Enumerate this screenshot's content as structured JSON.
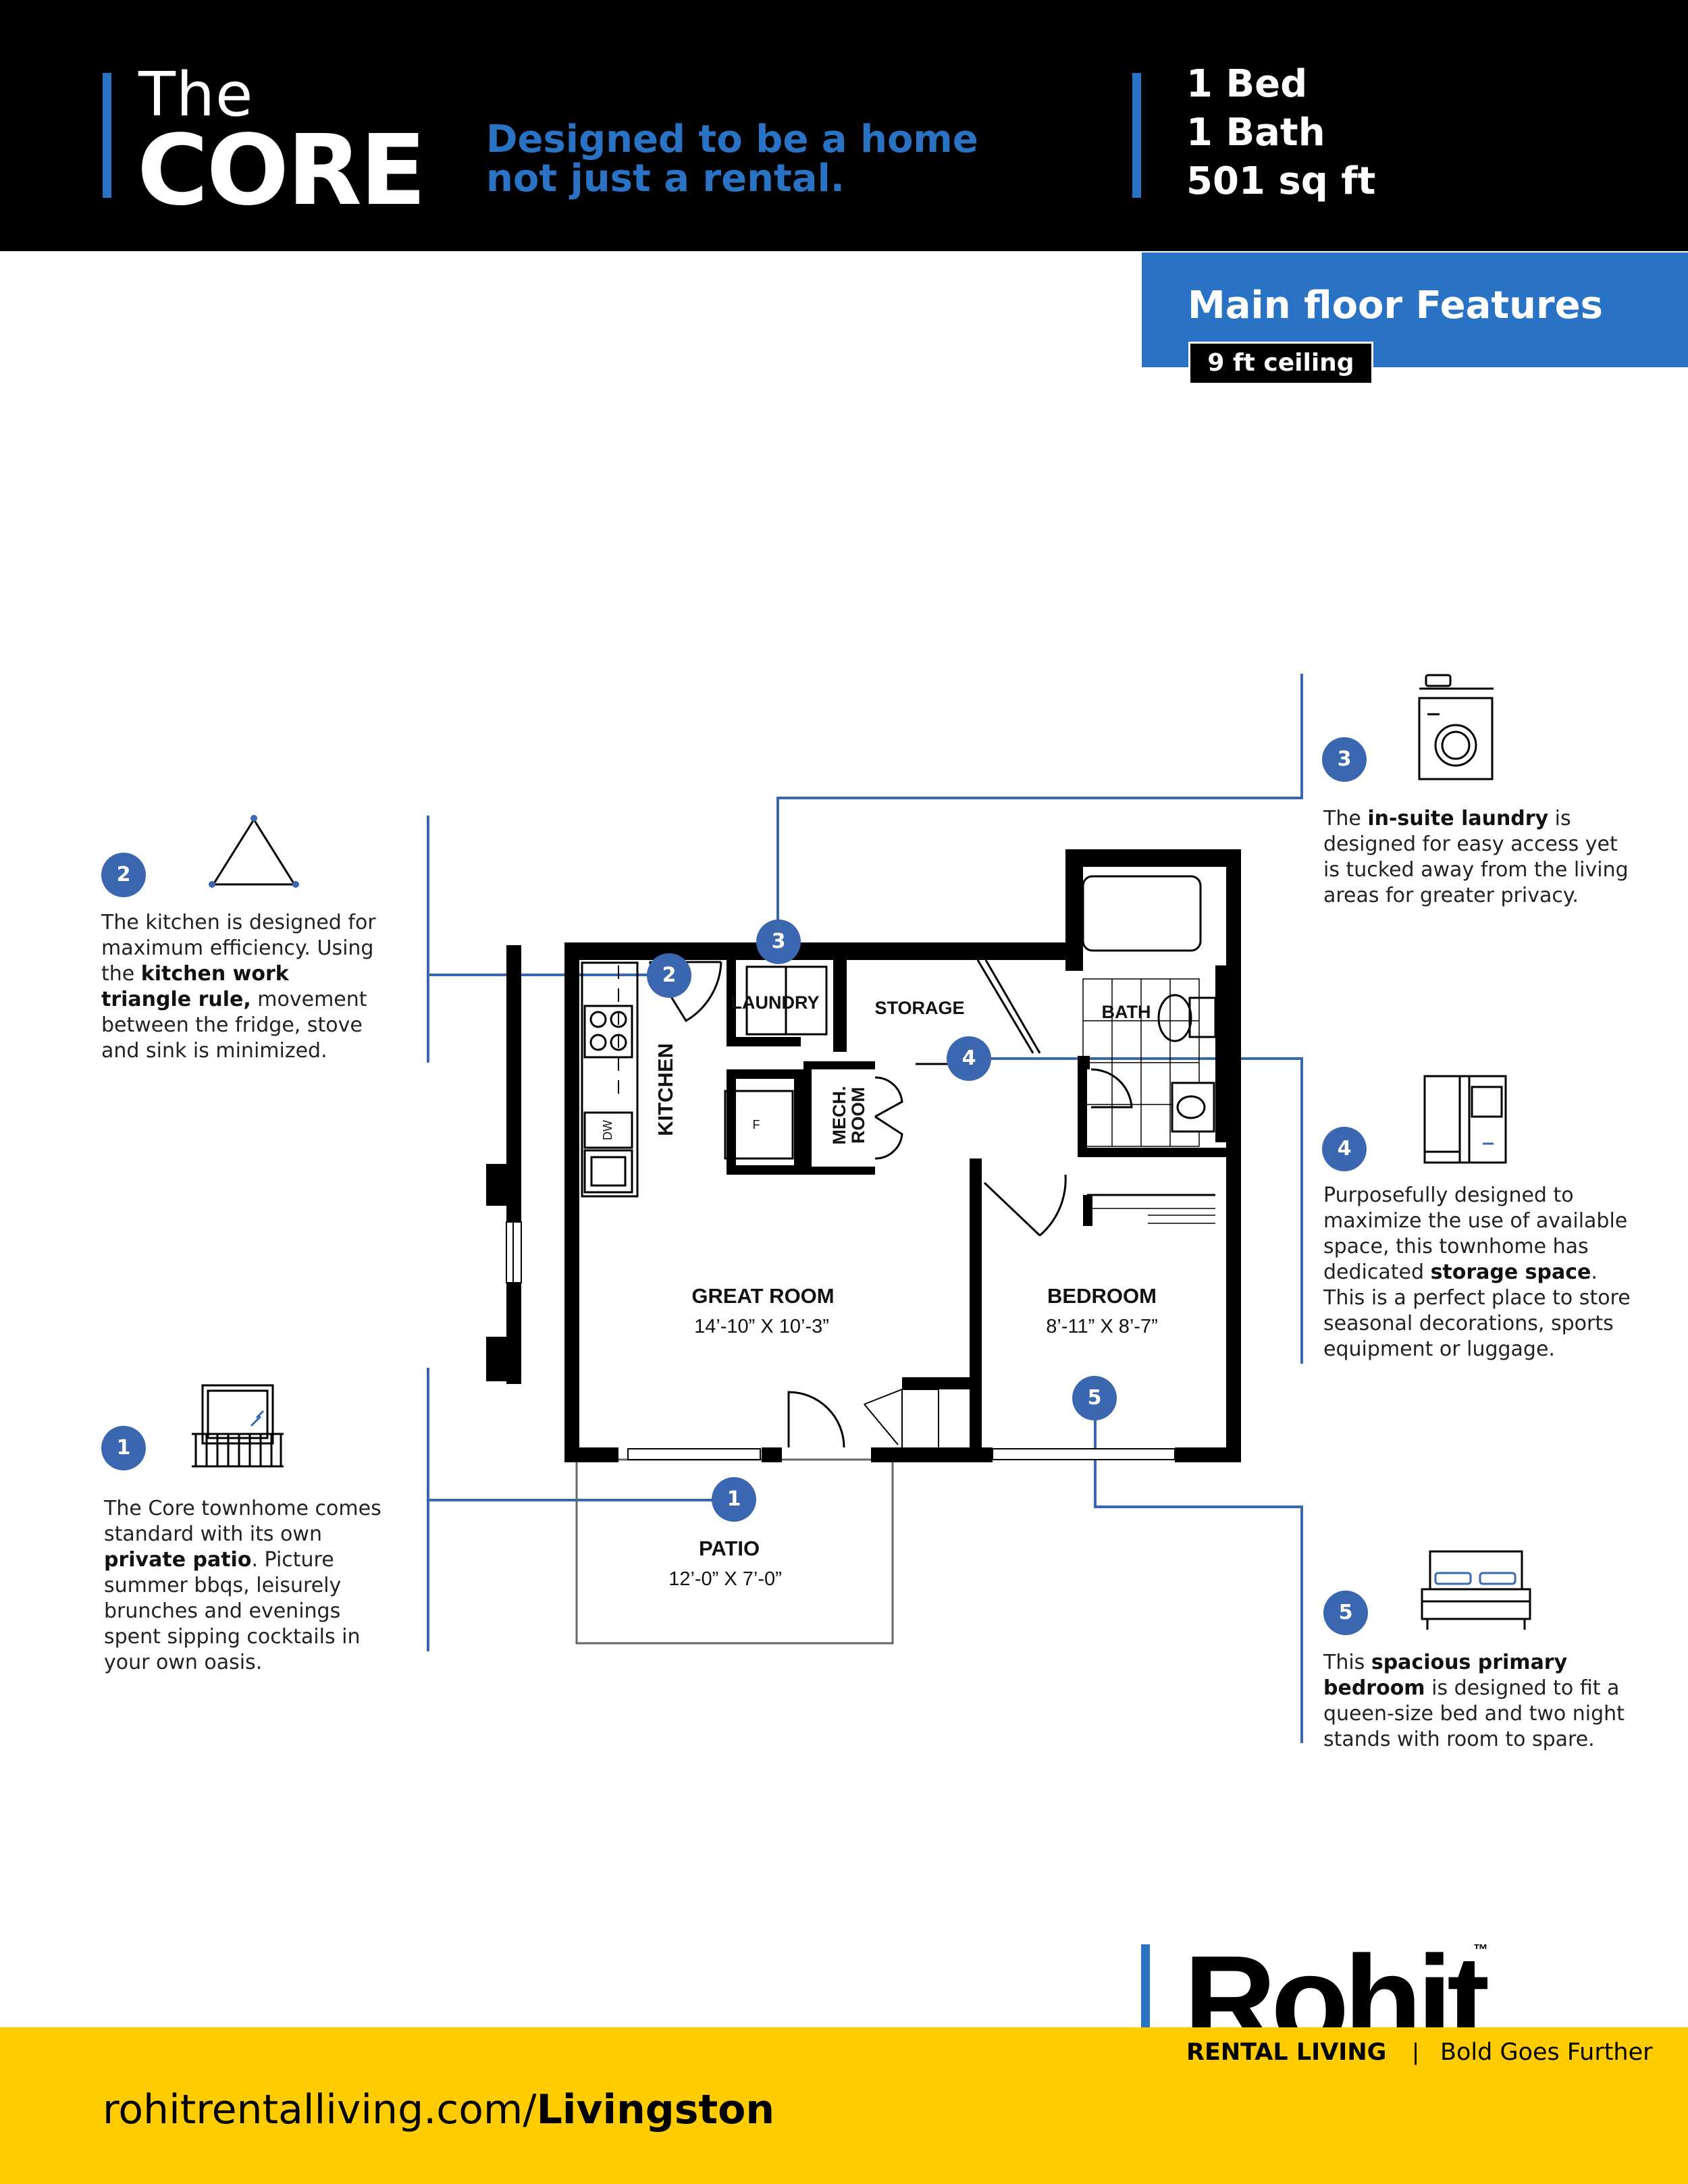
{
  "header": {
    "title_small": "The",
    "title_big": "CORE",
    "tagline_line1": "Designed to be a home",
    "tagline_line2": "not just a rental.",
    "beds": "1 Bed",
    "baths": "1 Bath",
    "area": "501 sq ft"
  },
  "banner": {
    "title": "Main floor Features",
    "ceiling": "9 ft ceiling"
  },
  "features": [
    {
      "num": "1",
      "pre": "The Core  townhome comes standard with its own ",
      "bold": "private patio",
      "post": ". Picture summer bbqs, leisurely brunches and evenings spent sipping cocktails in your own oasis."
    },
    {
      "num": "2",
      "pre": "The kitchen is designed for maximum efficiency. Using the ",
      "bold": "kitchen work triangle rule,",
      "post": " movement between the fridge, stove and sink is minimized."
    },
    {
      "num": "3",
      "pre": "The ",
      "bold": "in-suite laundry",
      "post": " is designed for easy access yet is tucked away from the living areas for greater privacy."
    },
    {
      "num": "4",
      "pre": "Purposefully designed to maximize the use of available space, this townhome has dedicated ",
      "bold": "storage space",
      "post": ". This is a perfect place to store seasonal decorations, sports equipment or luggage."
    },
    {
      "num": "5",
      "pre": "This ",
      "bold": "spacious primary bedroom",
      "post": " is designed to fit a queen-size bed and two night stands with room to spare."
    }
  ],
  "plan": {
    "great_room": "GREAT ROOM",
    "great_room_dim": "14’-10” X 10’-3”",
    "bedroom": "BEDROOM",
    "bedroom_dim": "8’-11” X 8’-7”",
    "patio": "PATIO",
    "patio_dim": "12’-0” X 7’-0”",
    "kitchen": "KITCHEN",
    "laundry": "LAUNDRY",
    "storage": "STORAGE",
    "bath": "BATH",
    "mech_line1": "MECH.",
    "mech_line2": "ROOM",
    "dw": "DW",
    "fridge": "F"
  },
  "footer": {
    "logo": "Rohit",
    "tm": "™",
    "rental_living": "RENTAL LIVING",
    "separator": "|",
    "slogan": "Bold Goes Further",
    "url_plain": "rohitrentalliving.com/",
    "url_bold": "Livingston"
  },
  "colors": {
    "accent_blue": "#2a72c4",
    "badge_blue": "#3a67b0",
    "yellow": "#ffcc00",
    "black": "#000000"
  }
}
